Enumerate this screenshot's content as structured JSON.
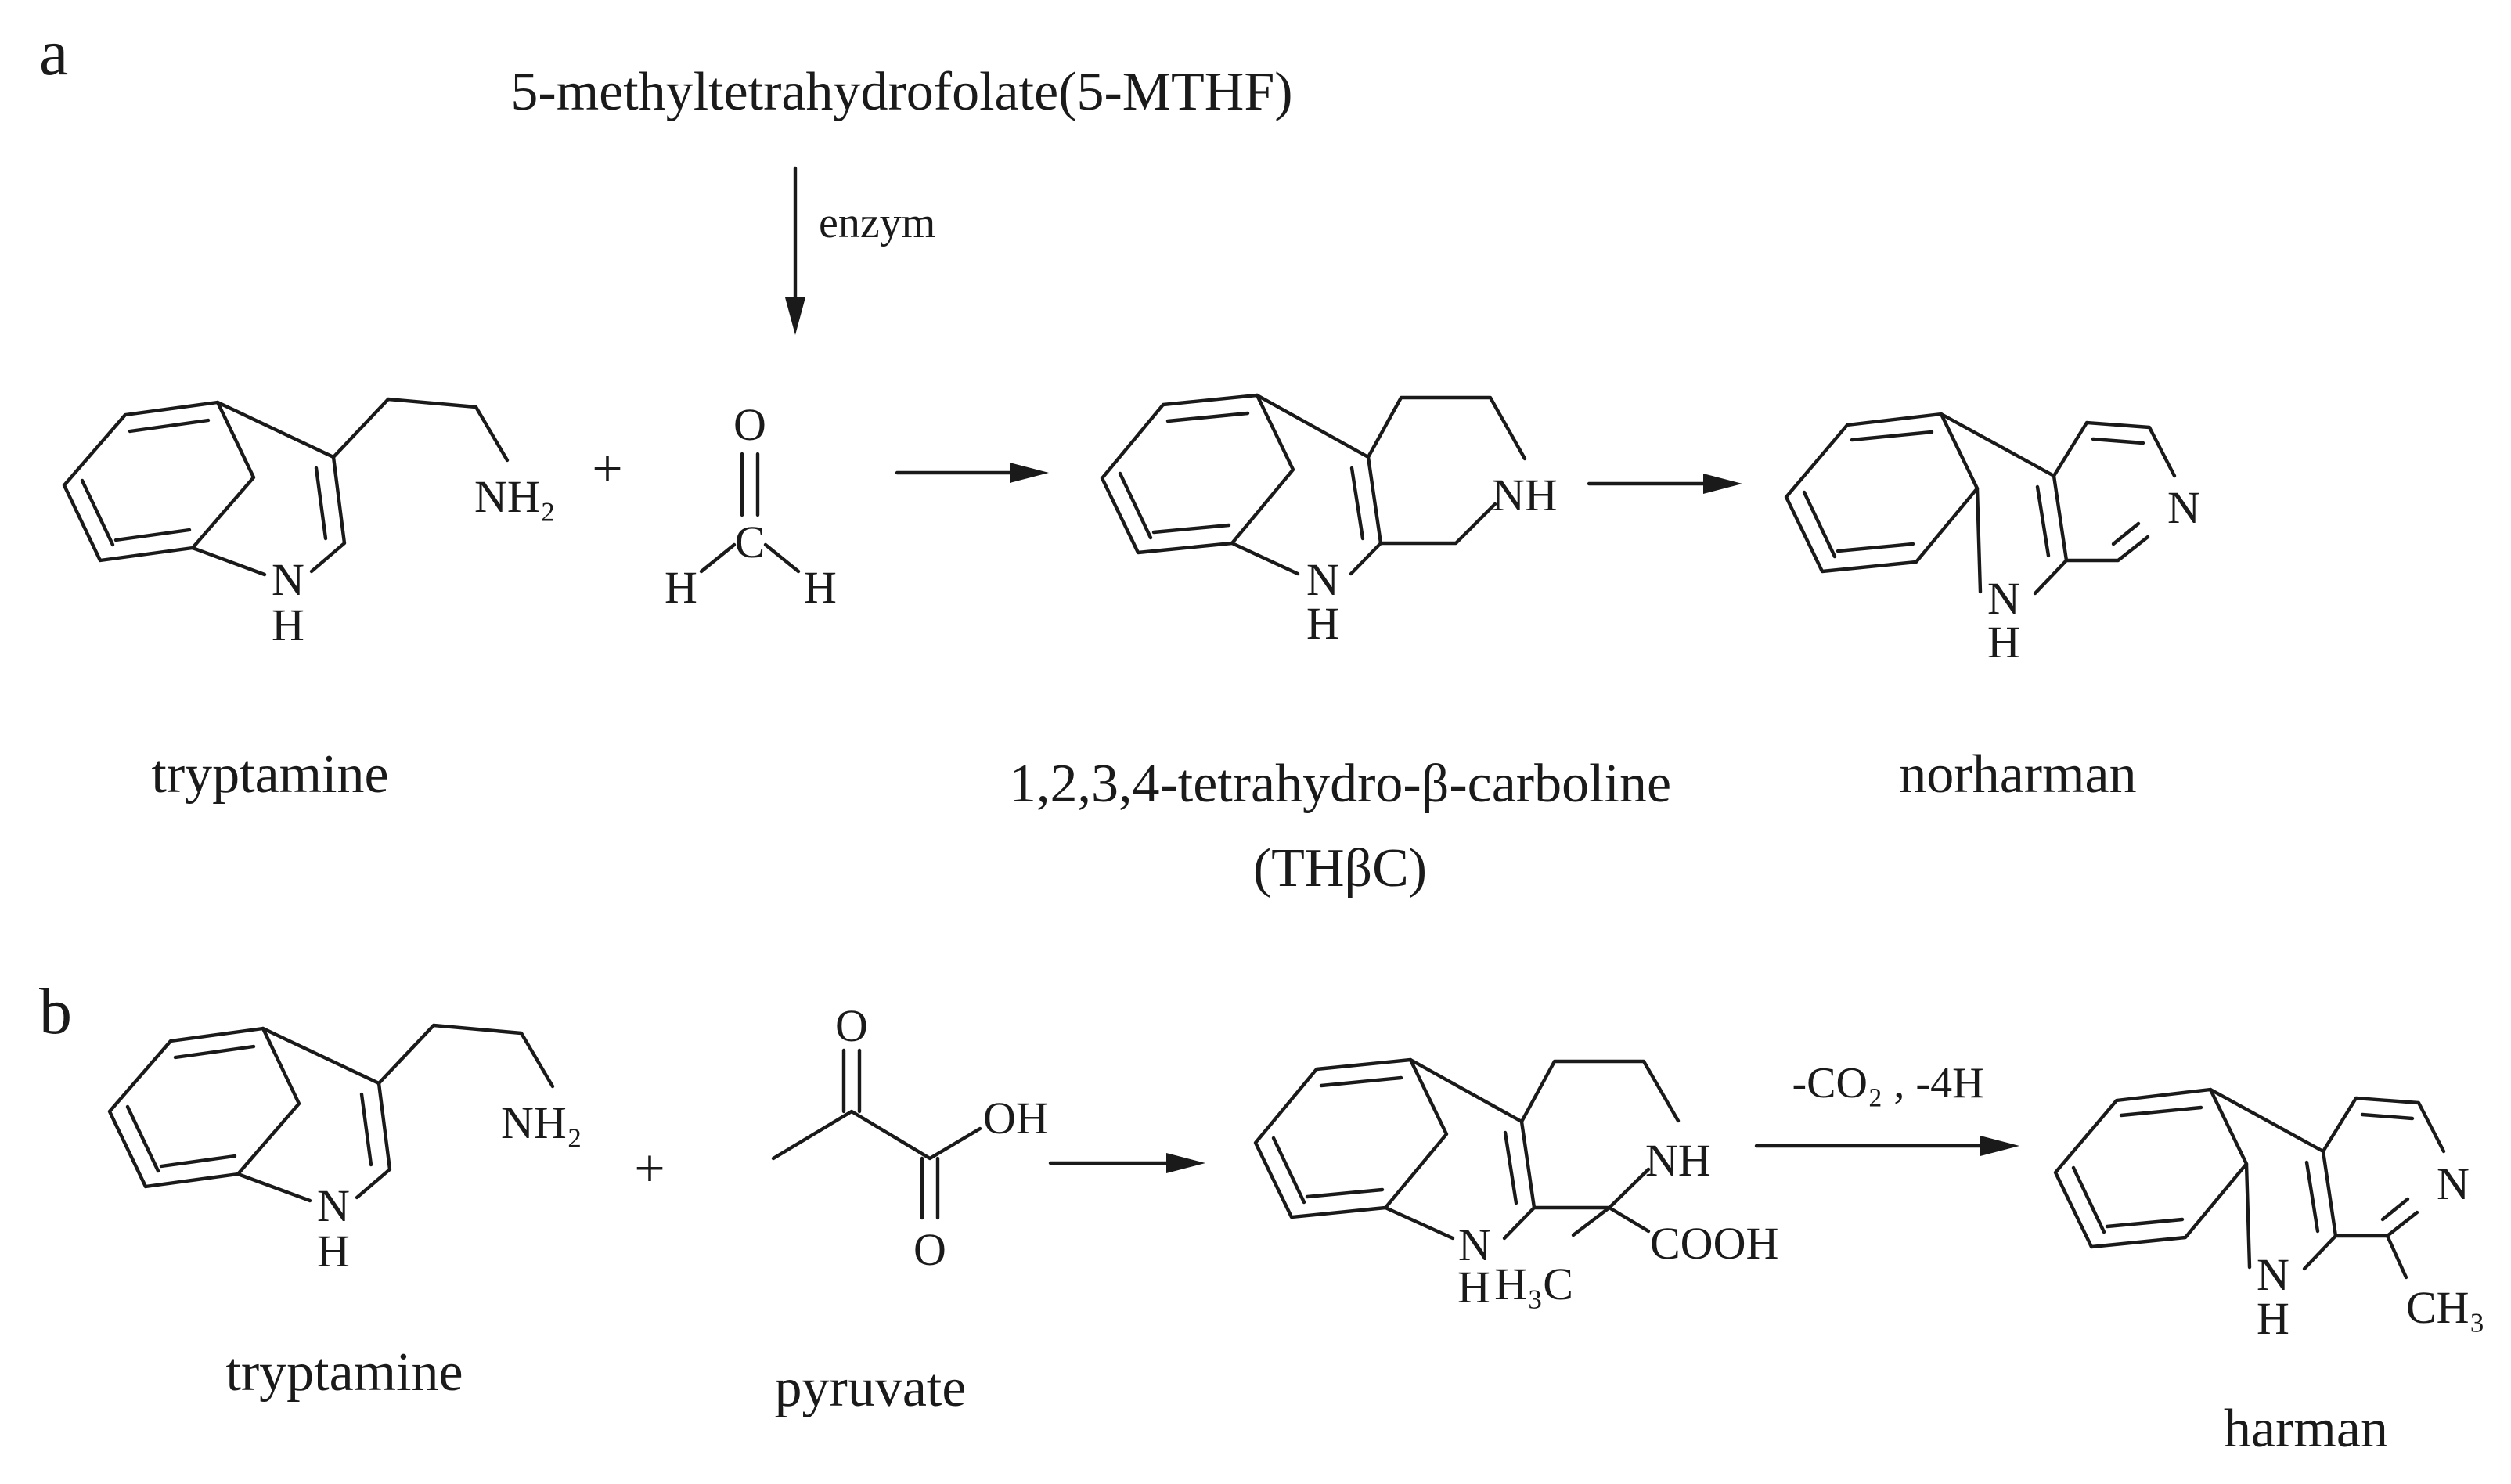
{
  "panels": {
    "a": "a",
    "b": "b"
  },
  "reaction_a": {
    "donor": "5-methyltetrahydrofolate(5-MTHF)",
    "enzyme_label": "enzym",
    "plus": "+",
    "reactant_name": "tryptamine",
    "intermediate_name": "1,2,3,4-tetrahydro-β-carboline",
    "intermediate_abbrev": "(THβC)",
    "product_name": "norharman"
  },
  "reaction_b": {
    "plus": "+",
    "reactant1_name": "tryptamine",
    "reactant2_name": "pyruvate",
    "conditions": "-CO₂ , -4H",
    "product_name": "harman"
  },
  "atoms": {
    "N": "N",
    "H": "H",
    "NH": "NH",
    "NH2": "NH₂",
    "O": "O",
    "C": "C",
    "OH": "OH",
    "COOH": "COOH",
    "CH3": "CH₃",
    "H3C": "H₃C"
  },
  "colors": {
    "ink": "#1a1a1a",
    "background": "#ffffff"
  }
}
